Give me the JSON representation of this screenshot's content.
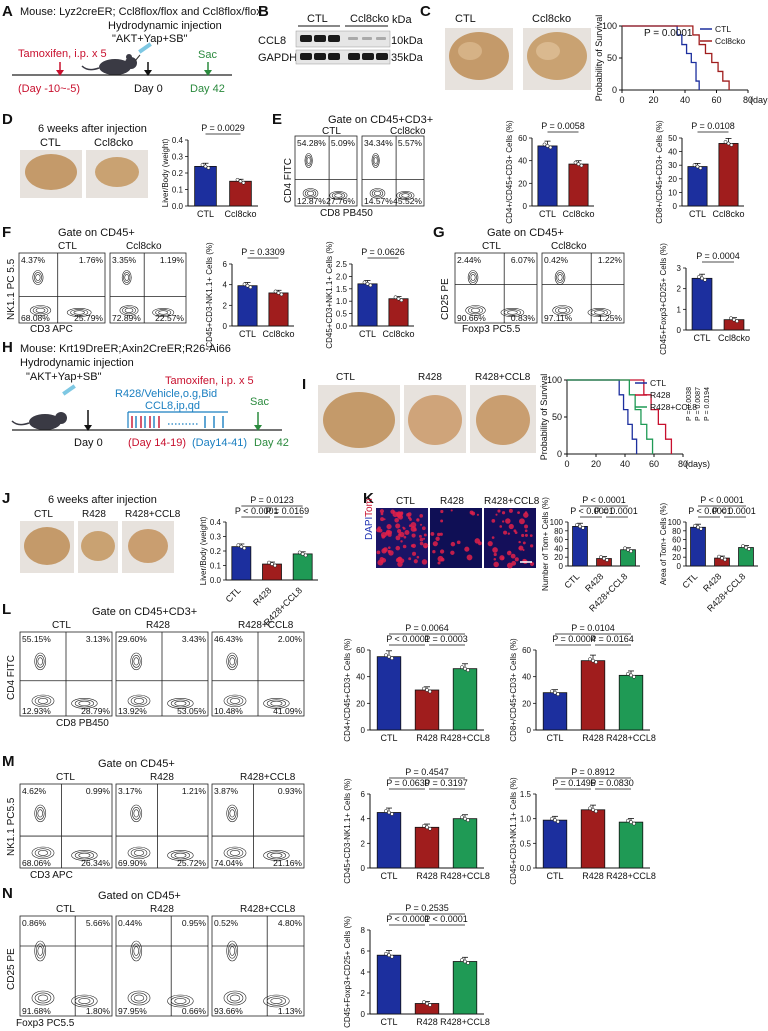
{
  "colors": {
    "ctl": "#1c2f9e",
    "cko": "#a01d1d",
    "r428": "#a01d1d",
    "rc8": "#1f9a55",
    "tam": "#c8102e",
    "sac": "#2b8a3e",
    "cyan": "#1a7fc1"
  },
  "panel_labels": [
    "A",
    "B",
    "C",
    "D",
    "E",
    "F",
    "G",
    "H",
    "I",
    "J",
    "K",
    "L",
    "M",
    "N"
  ],
  "A": {
    "title": "Mouse: Lyz2creER; Ccl8flox/flox and Ccl8flox/flox",
    "injection": "Hydrodynamic injection",
    "plasmids": "\"AKT+Yap+SB\"",
    "tam": "Tamoxifen, i.p. x 5",
    "tam_days": "(Day -10~-5)",
    "day0": "Day 0",
    "sac": "Sac",
    "sac_day": "Day 42"
  },
  "B": {
    "ctl": "CTL",
    "cko": "Ccl8cko",
    "kda": "kDa",
    "rows": [
      {
        "name": "CCL8",
        "kda": "10kDa"
      },
      {
        "name": "GAPDH",
        "kda": "35kDa"
      }
    ]
  },
  "C": {
    "ctl": "CTL",
    "cko": "Ccl8cko",
    "p": "P = 0.0001",
    "legend": [
      "CTL",
      "Ccl8cko"
    ],
    "ylabel": "Probability of Survival",
    "xlabel": "(days)",
    "xticks": [
      "0",
      "20",
      "40",
      "60",
      "80"
    ],
    "yticks": [
      "0",
      "50",
      "100"
    ]
  },
  "D": {
    "title": "6 weeks after injection",
    "ctl": "CTL",
    "cko": "Ccl8cko"
  },
  "E": {
    "gate": "Gate on CD45+CD3+",
    "ctl": "CTL",
    "cko": "Ccl8cko",
    "ylab": "CD4 FITC",
    "xlab": "CD8 PB450",
    "q_ctl": [
      "54.28%",
      "5.09%",
      "12.87%",
      "27.76%"
    ],
    "q_cko": [
      "34.34%",
      "5.57%",
      "14.57%",
      "45.52%"
    ]
  },
  "F": {
    "gate": "Gate on CD45+",
    "ctl": "CTL",
    "cko": "Ccl8cko",
    "ylab": "NK1.1 PC 5.5",
    "xlab": "CD3 APC",
    "q_ctl": [
      "4.37%",
      "1.76%",
      "68.08%",
      "25.79%"
    ],
    "q_cko": [
      "3.35%",
      "1.19%",
      "72.89%",
      "22.57%"
    ]
  },
  "G": {
    "gate": "Gate on CD45+",
    "ctl": "CTL",
    "cko": "Ccl8cko",
    "ylab": "CD25 PE",
    "xlab": "Foxp3 PC5.5",
    "q_ctl": [
      "2.44%",
      "6.07%",
      "90.66%",
      "0.83%"
    ],
    "q_cko": [
      "0.42%",
      "1.22%",
      "97.11%",
      "1.25%"
    ]
  },
  "H": {
    "title": "Mouse: Krt19DreER;Axin2CreER;R26-Ai66",
    "injection": "Hydrodynamic injection",
    "plasmids": "\"AKT+Yap+SB\"",
    "tam": "Tamoxifen, i.p. x 5",
    "r428": "R428/Vehicle,o.g,Bid",
    "ccl8": "CCL8,ip,qd",
    "day0": "Day 0",
    "d1": "(Day 14-19)",
    "d2": "(Day14-41)",
    "sac": "Sac",
    "sac_day": "Day 42"
  },
  "I": {
    "groups": [
      "CTL",
      "R428",
      "R428+CCL8"
    ],
    "legend": [
      "CTL",
      "R428",
      "R428+CCL8"
    ],
    "pvals": [
      "P = 0.0038",
      "P = 0.0087",
      "P = 0.0194"
    ],
    "ylabel": "Probability of Survival",
    "xlabel": "(days)",
    "xticks": [
      "0",
      "20",
      "40",
      "60",
      "80"
    ],
    "yticks": [
      "0",
      "50",
      "100"
    ]
  },
  "J": {
    "title": "6 weeks after injection",
    "groups": [
      "CTL",
      "R428",
      "R428+CCL8"
    ]
  },
  "K": {
    "groups": [
      "CTL",
      "R428",
      "R428+CCL8"
    ],
    "dapi": "DAPI",
    "tom": "Tom"
  },
  "L": {
    "gate": "Gate on CD45+CD3+",
    "groups": [
      "CTL",
      "R428",
      "R428+CCL8"
    ],
    "ylab": "CD4 FITC",
    "xlab": "CD8 PB450",
    "q": [
      [
        "55.15%",
        "3.13%",
        "12.93%",
        "28.79%"
      ],
      [
        "29.60%",
        "3.43%",
        "13.92%",
        "53.05%"
      ],
      [
        "46.43%",
        "2.00%",
        "10.48%",
        "41.09%"
      ]
    ]
  },
  "M": {
    "gate": "Gate on CD45+",
    "groups": [
      "CTL",
      "R428",
      "R428+CCL8"
    ],
    "ylab": "NK1.1 PC5.5",
    "xlab": "CD3 APC",
    "q": [
      [
        "4.62%",
        "0.99%",
        "68.06%",
        "26.34%"
      ],
      [
        "3.17%",
        "1.21%",
        "69.90%",
        "25.72%"
      ],
      [
        "3.87%",
        "0.93%",
        "74.04%",
        "21.16%"
      ]
    ]
  },
  "N": {
    "gate": "Gated on CD45+",
    "groups": [
      "CTL",
      "R428",
      "R428+CCL8"
    ],
    "ylab": "CD25 PE",
    "xlab": "Foxp3 PC5.5",
    "q": [
      [
        "0.86%",
        "5.66%",
        "91.68%",
        "1.80%"
      ],
      [
        "0.44%",
        "0.95%",
        "97.95%",
        "0.66%"
      ],
      [
        "0.52%",
        "4.80%",
        "93.66%",
        "1.13%"
      ]
    ]
  },
  "chart_data": [
    {
      "id": "D-bar",
      "type": "bar",
      "categories": [
        "CTL",
        "Ccl8cko"
      ],
      "values": [
        0.24,
        0.15
      ],
      "ylabel": "Liver/Body (weight)",
      "ylim": [
        0,
        0.4
      ],
      "yticks": [
        "0.0",
        "0.1",
        "0.2",
        "0.3",
        "0.4"
      ],
      "annotations": [
        "P = 0.0029"
      ]
    },
    {
      "id": "E-bar1",
      "type": "bar",
      "categories": [
        "CTL",
        "Ccl8cko"
      ],
      "values": [
        53,
        37
      ],
      "ylabel": "CD4+/CD45+CD3+ Cells (%)",
      "ylim": [
        0,
        60
      ],
      "yticks": [
        "0",
        "20",
        "40",
        "60"
      ],
      "annotations": [
        "P = 0.0058"
      ]
    },
    {
      "id": "E-bar2",
      "type": "bar",
      "categories": [
        "CTL",
        "Ccl8cko"
      ],
      "values": [
        29,
        46
      ],
      "ylabel": "CD8+/CD45+CD3+ Cells (%)",
      "ylim": [
        0,
        50
      ],
      "yticks": [
        "0",
        "10",
        "20",
        "30",
        "40",
        "50"
      ],
      "annotations": [
        "P = 0.0108"
      ]
    },
    {
      "id": "F-bar1",
      "type": "bar",
      "categories": [
        "CTL",
        "Ccl8cko"
      ],
      "values": [
        3.9,
        3.2
      ],
      "ylabel": "CD45+CD3-NK1.1+ Cells (%)",
      "ylim": [
        0,
        6
      ],
      "yticks": [
        "0",
        "2",
        "4",
        "6"
      ],
      "annotations": [
        "P = 0.3309"
      ]
    },
    {
      "id": "F-bar2",
      "type": "bar",
      "categories": [
        "CTL",
        "Ccl8cko"
      ],
      "values": [
        1.7,
        1.1
      ],
      "ylabel": "CD45+CD3+NK1.1+ Cells (%)",
      "ylim": [
        0,
        2.5
      ],
      "yticks": [
        "0.0",
        "0.5",
        "1.0",
        "1.5",
        "2.0",
        "2.5"
      ],
      "annotations": [
        "P = 0.0626"
      ]
    },
    {
      "id": "G-bar",
      "type": "bar",
      "categories": [
        "CTL",
        "Ccl8cko"
      ],
      "values": [
        2.5,
        0.5
      ],
      "ylabel": "CD45+Foxp3+CD25+ Cells (%)",
      "ylim": [
        0,
        3
      ],
      "yticks": [
        "0",
        "1",
        "2",
        "3"
      ],
      "annotations": [
        "P = 0.0004"
      ]
    },
    {
      "id": "J-bar",
      "type": "bar",
      "categories": [
        "CTL",
        "R428",
        "R428+CCL8"
      ],
      "values": [
        0.23,
        0.11,
        0.18
      ],
      "ylabel": "Liver/Body (weight)",
      "ylim": [
        0,
        0.4
      ],
      "yticks": [
        "0.0",
        "0.1",
        "0.2",
        "0.3",
        "0.4"
      ],
      "annotations": [
        "P = 0.0123",
        "P < 0.0001",
        "P = 0.0169"
      ]
    },
    {
      "id": "K-bar1",
      "type": "bar",
      "categories": [
        "CTL",
        "R428",
        "R428+CCL8"
      ],
      "values": [
        90,
        17,
        37
      ],
      "ylabel": "Number of Tom+ Cells (%)",
      "ylim": [
        0,
        100
      ],
      "yticks": [
        "0",
        "20",
        "40",
        "60",
        "80",
        "100"
      ],
      "annotations": [
        "P < 0.0001",
        "P < 0.0001",
        "P = 0.0001"
      ]
    },
    {
      "id": "K-bar2",
      "type": "bar",
      "categories": [
        "CTL",
        "R428",
        "R428+CCL8"
      ],
      "values": [
        88,
        18,
        42
      ],
      "ylabel": "Area of Tom+ Cells (%)",
      "ylim": [
        0,
        100
      ],
      "yticks": [
        "0",
        "20",
        "40",
        "60",
        "80",
        "100"
      ],
      "annotations": [
        "P < 0.0001",
        "P < 0.0001",
        "P < 0.0001"
      ]
    },
    {
      "id": "L-bar1",
      "type": "bar",
      "categories": [
        "CTL",
        "R428",
        "R428+CCL8"
      ],
      "values": [
        55,
        30,
        46
      ],
      "ylabel": "CD4+/CD45+CD3+ Cells (%)",
      "ylim": [
        0,
        60
      ],
      "yticks": [
        "0",
        "20",
        "40",
        "60"
      ],
      "annotations": [
        "P = 0.0064",
        "P < 0.0001",
        "P = 0.0003"
      ]
    },
    {
      "id": "L-bar2",
      "type": "bar",
      "categories": [
        "CTL",
        "R428",
        "R428+CCL8"
      ],
      "values": [
        28,
        52,
        41
      ],
      "ylabel": "CD8+/CD45+CD3+ Cells (%)",
      "ylim": [
        0,
        60
      ],
      "yticks": [
        "0",
        "20",
        "40",
        "60"
      ],
      "annotations": [
        "P = 0.0104",
        "P = 0.0004",
        "P = 0.0164"
      ]
    },
    {
      "id": "M-bar1",
      "type": "bar",
      "categories": [
        "CTL",
        "R428",
        "R428+CCL8"
      ],
      "values": [
        4.5,
        3.3,
        4.0
      ],
      "ylabel": "CD45+CD3-NK1.1+ Cells (%)",
      "ylim": [
        0,
        6
      ],
      "yticks": [
        "0",
        "2",
        "4",
        "6"
      ],
      "annotations": [
        "P = 0.4547",
        "P = 0.0639",
        "P = 0.3197"
      ]
    },
    {
      "id": "M-bar2",
      "type": "bar",
      "categories": [
        "CTL",
        "R428",
        "R428+CCL8"
      ],
      "values": [
        0.97,
        1.18,
        0.93
      ],
      "ylabel": "CD45+CD3+NK1.1+ Cells (%)",
      "ylim": [
        0,
        1.5
      ],
      "yticks": [
        "0.0",
        "0.5",
        "1.0",
        "1.5"
      ],
      "annotations": [
        "P = 0.8912",
        "P = 0.1495",
        "P = 0.0830"
      ]
    },
    {
      "id": "N-bar",
      "type": "bar",
      "categories": [
        "CTL",
        "R428",
        "R428+CCL8"
      ],
      "values": [
        5.6,
        1.0,
        5.0
      ],
      "ylabel": "CD45+Foxp3+CD25+ Cells (%)",
      "ylim": [
        0,
        8
      ],
      "yticks": [
        "0",
        "2",
        "4",
        "6",
        "8"
      ],
      "annotations": [
        "P = 0.2535",
        "P < 0.0001",
        "P < 0.0001"
      ]
    },
    {
      "id": "C-surv",
      "type": "line",
      "title": "",
      "xlabel": "(days)",
      "ylabel": "Probability of Survival",
      "xlim": [
        0,
        80
      ],
      "ylim": [
        0,
        100
      ],
      "series": [
        {
          "name": "CTL",
          "x": [
            0,
            35,
            38,
            41,
            44,
            47,
            49
          ],
          "y": [
            100,
            86,
            71,
            57,
            43,
            14,
            0
          ]
        },
        {
          "name": "Ccl8cko",
          "x": [
            0,
            45,
            49,
            53,
            57,
            61,
            64,
            68
          ],
          "y": [
            100,
            86,
            71,
            57,
            43,
            29,
            14,
            0
          ]
        }
      ]
    },
    {
      "id": "I-surv",
      "type": "line",
      "xlabel": "(days)",
      "ylabel": "Probability of Survival",
      "xlim": [
        0,
        80
      ],
      "ylim": [
        0,
        100
      ],
      "series": [
        {
          "name": "CTL",
          "x": [
            0,
            36,
            39,
            42,
            45,
            48
          ],
          "y": [
            100,
            80,
            60,
            40,
            20,
            0
          ]
        },
        {
          "name": "R428",
          "x": [
            0,
            53,
            58,
            63,
            68,
            72
          ],
          "y": [
            100,
            80,
            60,
            40,
            20,
            0
          ]
        },
        {
          "name": "R428+CCL8",
          "x": [
            0,
            43,
            47,
            51,
            55,
            59
          ],
          "y": [
            100,
            80,
            60,
            40,
            20,
            0
          ]
        }
      ]
    }
  ]
}
